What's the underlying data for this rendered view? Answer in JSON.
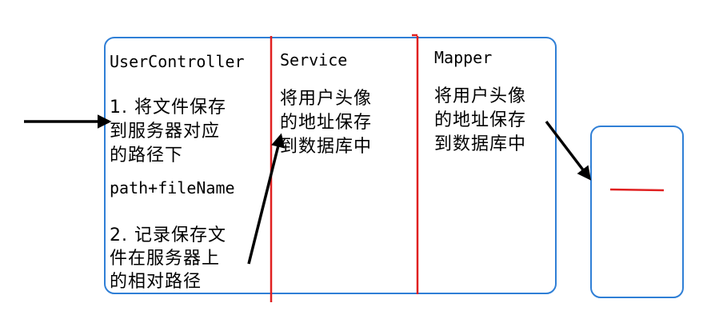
{
  "controller": {
    "title": "UserController",
    "step1_line1": "1. 将文件保存",
    "step1_line2": "到服务器对应",
    "step1_line3": "的路径下",
    "path_expr": "path+fileName",
    "step2_line1": "2. 记录保存文",
    "step2_line2": "件在服务器上",
    "step2_line3": "的相对路径"
  },
  "service": {
    "title": "Service",
    "line1": "将用户头像",
    "line2": "的地址保存",
    "line3": "到数据库中"
  },
  "mapper": {
    "title": "Mapper",
    "line1": "将用户头像",
    "line2": "的地址保存",
    "line3": "到数据库中"
  },
  "colors": {
    "box_border": "#2f7fd6",
    "divider": "#e02020",
    "arrow": "#000000",
    "db_mark": "#e02020"
  }
}
